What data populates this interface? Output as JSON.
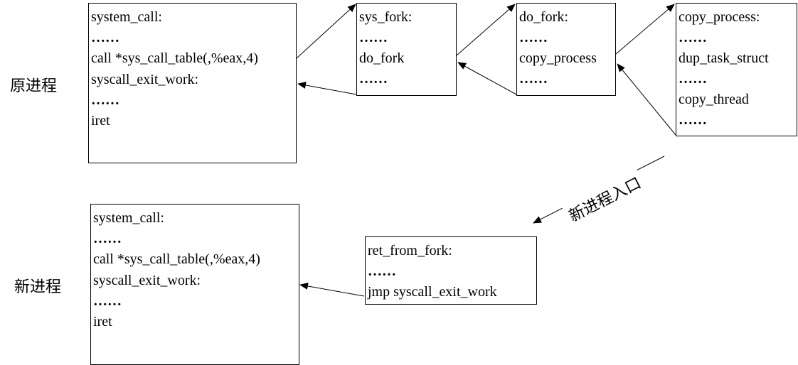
{
  "labels": {
    "original_process": "原进程",
    "new_process": "新进程",
    "new_process_entry": "新进程入口"
  },
  "boxes": {
    "system_call_top": {
      "lines": [
        "system_call:",
        "……",
        "call *sys_call_table(,%eax,4)",
        "syscall_exit_work:",
        "……",
        "iret"
      ]
    },
    "sys_fork": {
      "lines": [
        "sys_fork:",
        "……",
        "do_fork",
        "……"
      ]
    },
    "do_fork": {
      "lines": [
        "do_fork:",
        "……",
        "copy_process",
        "……"
      ]
    },
    "copy_process": {
      "lines": [
        "copy_process:",
        "……",
        "dup_task_struct",
        "……",
        "copy_thread",
        "……"
      ]
    },
    "system_call_bottom": {
      "lines": [
        "system_call:",
        "……",
        "call *sys_call_table(,%eax,4)",
        "syscall_exit_work:",
        "……",
        "iret"
      ]
    },
    "ret_from_fork": {
      "lines": [
        "ret_from_fork:",
        "……",
        "jmp syscall_exit_work"
      ]
    }
  }
}
